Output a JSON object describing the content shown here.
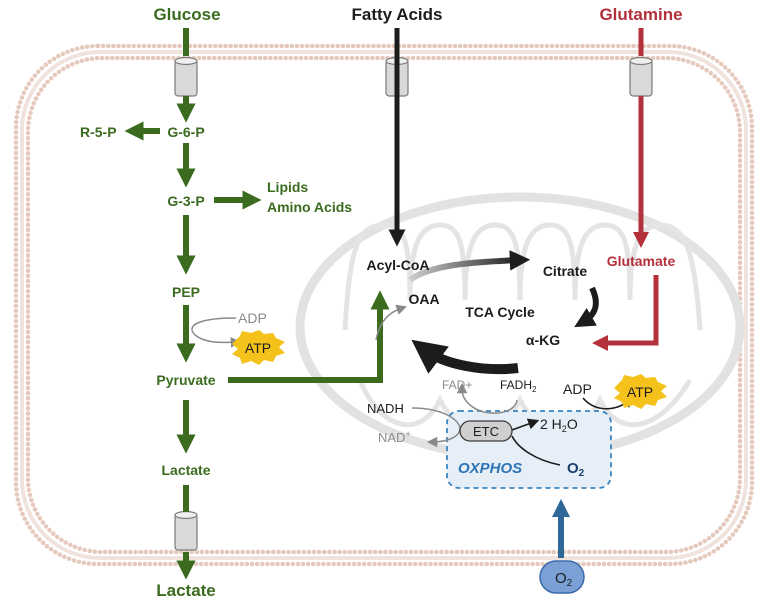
{
  "inputs": {
    "glucose": "Glucose",
    "fatty_acids": "Fatty Acids",
    "glutamine": "Glutamine"
  },
  "glycolysis": {
    "r5p": "R-5-P",
    "g6p": "G-6-P",
    "g3p": "G-3-P",
    "lipids": "Lipids",
    "amino_acids": "Amino Acids",
    "pep": "PEP",
    "adp": "ADP",
    "atp": "ATP",
    "pyruvate": "Pyruvate",
    "lactate_inner": "Lactate",
    "lactate_outer": "Lactate"
  },
  "mitochondria": {
    "acyl_coa": "Acyl-CoA",
    "citrate": "Citrate",
    "oaa": "OAA",
    "tca_cycle": "TCA Cycle",
    "akg": "α-KG",
    "glutamate": "Glutamate",
    "fad_plus": "FAD+",
    "fadh2": "FADH",
    "fadh2_sub": "2",
    "nadh": "NADH",
    "nad_plus": "NAD",
    "nad_sup": "+",
    "etc": "ETC",
    "water": "2 H",
    "water_sub": "2",
    "water_o": "O",
    "oxphos": "OXPHOS",
    "o2_inner": "O",
    "o2_inner_sub": "2",
    "adp": "ADP",
    "atp": "ATP"
  },
  "external": {
    "o2": "O",
    "o2_sub": "2"
  },
  "colors": {
    "green": "#3a6b1f",
    "red": "#b2313b",
    "black": "#1c1c1c",
    "blue": "#2f6797",
    "gray": "#8a8a8a",
    "membrane": "#e6c9bd",
    "atp_star": "#f5c21b"
  }
}
